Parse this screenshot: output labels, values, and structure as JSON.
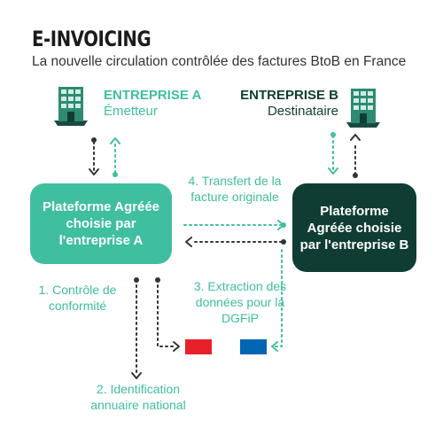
{
  "header": {
    "title": "E-INVOICING",
    "subtitle": "La nouvelle circulation contrôlée des factures BtoB en France"
  },
  "entreprise_a": {
    "name": "ENTREPRISE A",
    "role": "Émetteur"
  },
  "entreprise_b": {
    "name": "ENTREPRISE B",
    "role": "Destinataire"
  },
  "platform_a": {
    "label": "Plateforme Agréée choisie par l'entreprise A"
  },
  "platform_b": {
    "label": "Plateforme Agréée choisie par l'entreprise B"
  },
  "steps": {
    "control": "1. Contrôle de conformité",
    "identification": "2. Identification annuaire national",
    "extraction": "3. Extraction des données pour la DGFiP",
    "transfer": "4. Transfert de la facture originale"
  },
  "colors": {
    "accent_green": "#3fbf9f",
    "dark_green": "#0f3d33",
    "flag_red": "#e8202a",
    "flag_blue": "#0065b3"
  }
}
